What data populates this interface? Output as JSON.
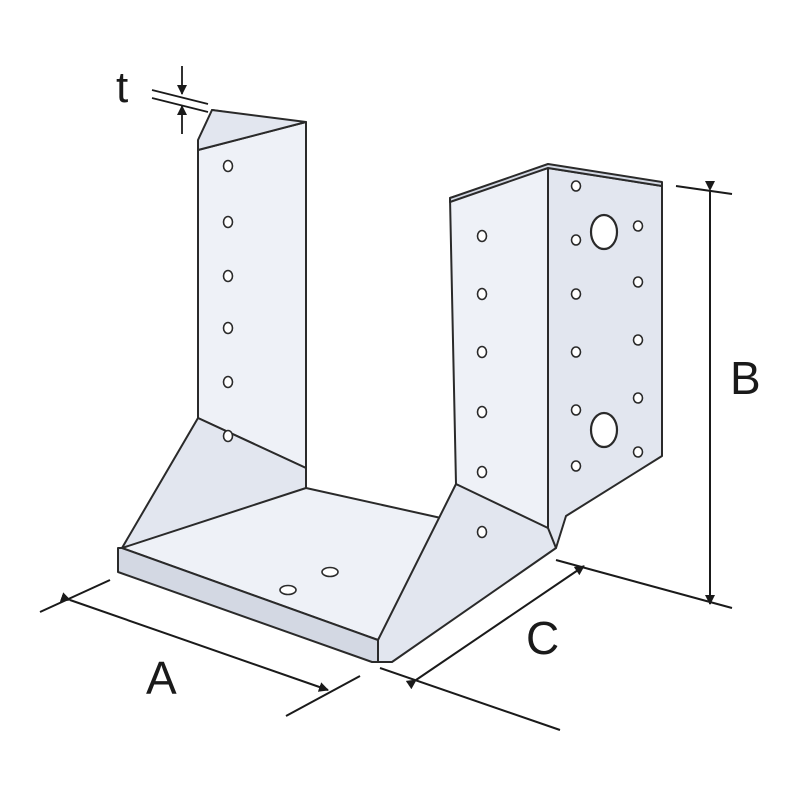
{
  "diagram": {
    "labels": {
      "a": "A",
      "b": "B",
      "c": "C",
      "t": "t"
    },
    "colors": {
      "plate_light": "#eef1f7",
      "plate_mid": "#e2e6ef",
      "plate_dark": "#d3d8e3",
      "edge": "#2a2a2a",
      "hole": "#ffffff"
    }
  }
}
